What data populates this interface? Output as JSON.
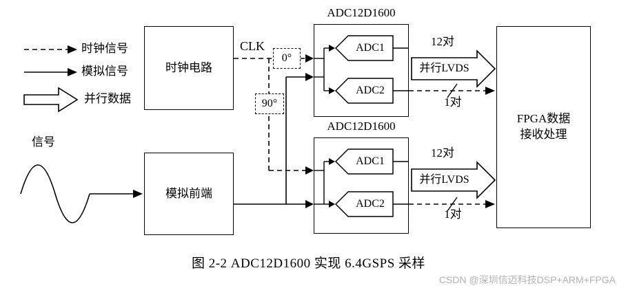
{
  "legend": {
    "clock_label": "时钟信号",
    "analog_label": "模拟信号",
    "parallel_label": "并行数据"
  },
  "blocks": {
    "clock_circuit": "时钟电路",
    "analog_frontend": "模拟前端",
    "adc_chip_top": "ADC12D1600",
    "adc_chip_bottom": "ADC12D1600",
    "fpga_line1": "FPGA数据",
    "fpga_line2": "接收处理",
    "adc1_top": "ADC1",
    "adc2_top": "ADC2",
    "adc1_bottom": "ADC1",
    "adc2_bottom": "ADC2"
  },
  "signals": {
    "clk": "CLK",
    "phase0": "0°",
    "phase90": "90°",
    "input_signal": "信号",
    "pairs12_top": "12对",
    "lvds_top": "并行LVDS",
    "pairs1_top": "1对",
    "pairs12_bottom": "12对",
    "lvds_bottom": "并行LVDS",
    "pairs1_bottom": "1对"
  },
  "caption": "图 2-2 ADC12D1600 实现 6.4GSPS 采样",
  "watermark": "CSDN @深圳信迈科技DSP+ARM+FPGA"
}
